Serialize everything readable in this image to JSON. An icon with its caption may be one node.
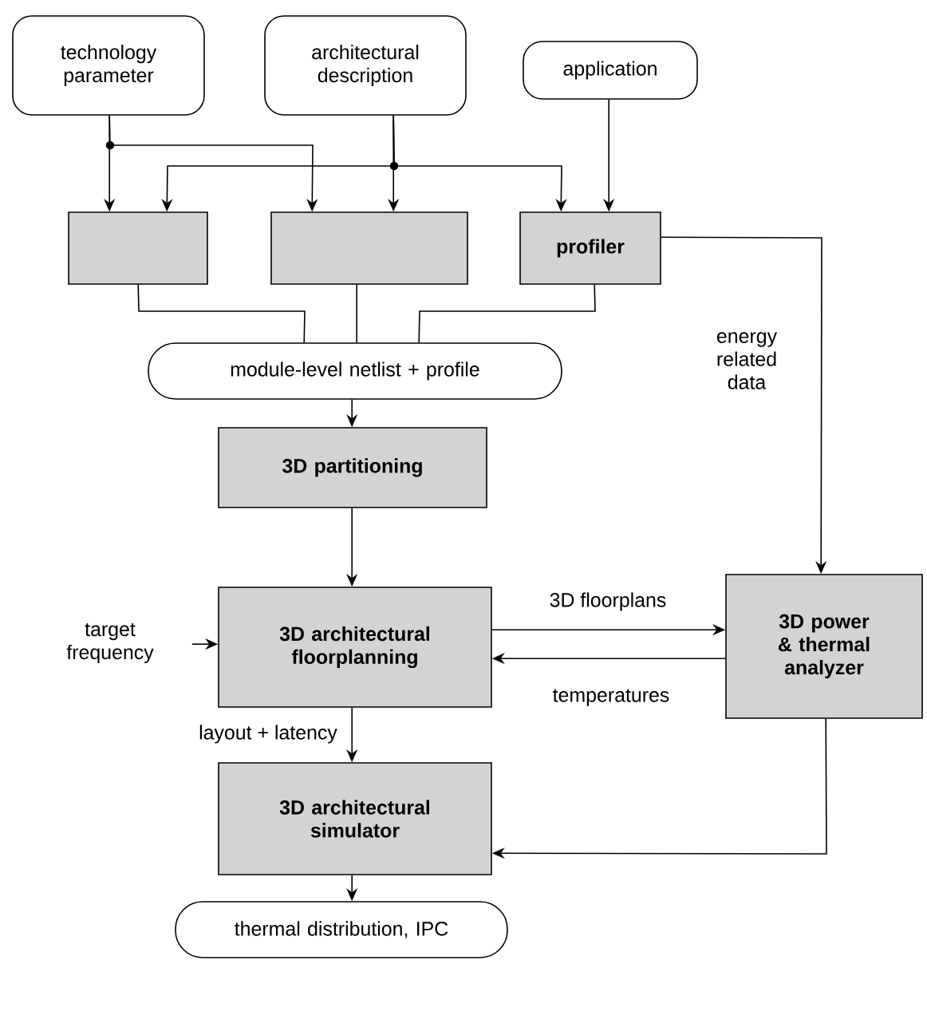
{
  "diagram": {
    "nodes": [
      {
        "text": [
          "technology parameter"
        ]
      },
      {
        "text": [
          "architectural description"
        ]
      },
      {
        "text": [
          "application"
        ]
      },
      {
        "text": [],
        "shape": "box"
      },
      {
        "text": [],
        "shape": "box"
      },
      {
        "text": [
          "profiler"
        ]
      },
      {
        "text": [
          "module-level netlist + profile"
        ]
      },
      {
        "text": [
          "3D partitioning"
        ]
      },
      {
        "text": [
          "3D architectural floorplanning"
        ]
      },
      {
        "text": [
          "3D power & thermal analyzer"
        ]
      },
      {
        "text": [
          "3D architectural simulator"
        ]
      },
      {
        "text": [
          "thermal distribution, IPC"
        ]
      },
      {
        "text": [
          "target frequency"
        ]
      }
    ],
    "edges": [
      {
        "from": 0,
        "to": 3,
        "arrow": "to"
      },
      {
        "from": 0,
        "to": 4,
        "arrow": "to"
      },
      {
        "from": 1,
        "to": 3,
        "arrow": "to"
      },
      {
        "from": 1,
        "to": 4,
        "arrow": "to"
      },
      {
        "from": 1,
        "to": 5,
        "arrow": "to"
      },
      {
        "from": 2,
        "to": 5,
        "arrow": "to"
      },
      {
        "from": 3,
        "to": 6,
        "arrow": "none"
      },
      {
        "from": 4,
        "to": 6,
        "arrow": "none"
      },
      {
        "from": 5,
        "to": 6,
        "arrow": "none"
      },
      {
        "from": 6,
        "to": 7,
        "arrow": "to"
      },
      {
        "from": 7,
        "to": 8,
        "arrow": "to"
      },
      {
        "from": 12,
        "to": 8,
        "arrow": "to"
      },
      {
        "from": 8,
        "to": 9,
        "arrow": "to",
        "label": "3D floorplans"
      },
      {
        "from": 9,
        "to": 8,
        "arrow": "to",
        "label": "temperatures"
      },
      {
        "from": 5,
        "to": 9,
        "arrow": "to",
        "label": "energy related data"
      },
      {
        "from": 8,
        "to": 10,
        "arrow": "to",
        "label": "layout + latency"
      },
      {
        "from": 9,
        "to": 10,
        "arrow": "to"
      },
      {
        "from": 10,
        "to": 11,
        "arrow": "to"
      }
    ]
  }
}
